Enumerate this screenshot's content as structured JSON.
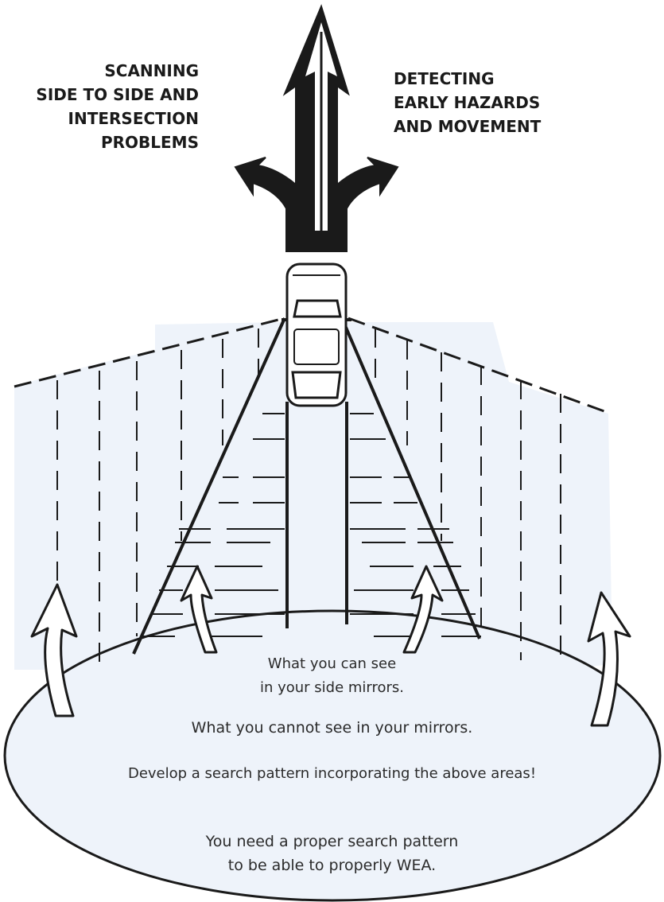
{
  "labels": {
    "left_heading": [
      "SCANNING",
      "SIDE TO SIDE AND",
      "INTERSECTION",
      "PROBLEMS"
    ],
    "right_heading": [
      "DETECTING",
      "EARLY HAZARDS",
      "AND MOVEMENT"
    ],
    "mirror_caption": [
      "What you can see",
      "in your side mirrors."
    ],
    "blind_caption": "What you cannot see in your mirrors.",
    "search_caption": "Develop a search pattern incorporating the above areas!",
    "wea_caption": [
      "You need a proper search pattern",
      "to be able to properly WEA."
    ]
  },
  "colors": {
    "ink": "#1a1a1a",
    "panel": "#eef3fa",
    "background": "#ffffff"
  },
  "icons": [
    "three-way-arrow-icon",
    "car-icon",
    "curved-up-arrow-icon"
  ]
}
